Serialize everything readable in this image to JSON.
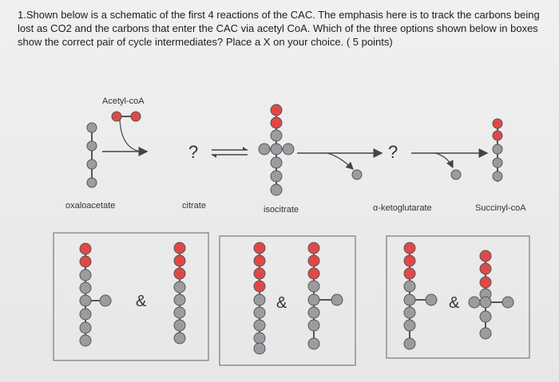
{
  "question": {
    "text": "1.Shown below is a schematic of the first 4 reactions of the CAC. The emphasis here is to track the carbons being lost as CO2 and the carbons that enter the CAC via acetyl CoA. Which of the three options shown below in boxes show the correct pair of cycle intermediates? Place a X on your choice. ( 5 points)"
  },
  "diagram": {
    "acetyl_coa_label": "Acetyl-coA",
    "unknown_1": "?",
    "unknown_2": "?",
    "labels": {
      "oxaloacetate": "oxaloacetate",
      "citrate": "citrate",
      "isocitrate": "isocitrate",
      "alpha_ketoglutarate": "α-ketoglutarate",
      "succinyl_coa": "Succinyl-coA"
    }
  },
  "options": [
    {
      "ampersand": "&"
    },
    {
      "ampersand": "&"
    },
    {
      "ampersand": "&"
    }
  ],
  "colors": {
    "red": "#e04848",
    "grey": "#9a9ca0",
    "outline": "#5a5a5a"
  }
}
